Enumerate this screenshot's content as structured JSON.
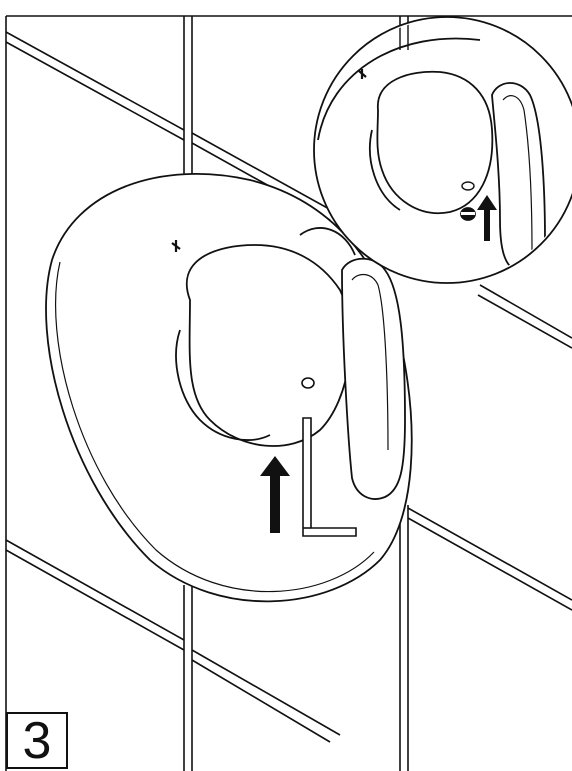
{
  "step": {
    "number": "3"
  },
  "colors": {
    "line": "#111111",
    "background": "#ffffff",
    "arrow_fill": "#111111"
  },
  "illustration": {
    "subject": "shower-valve-handle-trim-installation",
    "tool": "hex-key-allen-wrench",
    "action_arrow": "up",
    "detail_view": "magnified-circle-inset"
  }
}
